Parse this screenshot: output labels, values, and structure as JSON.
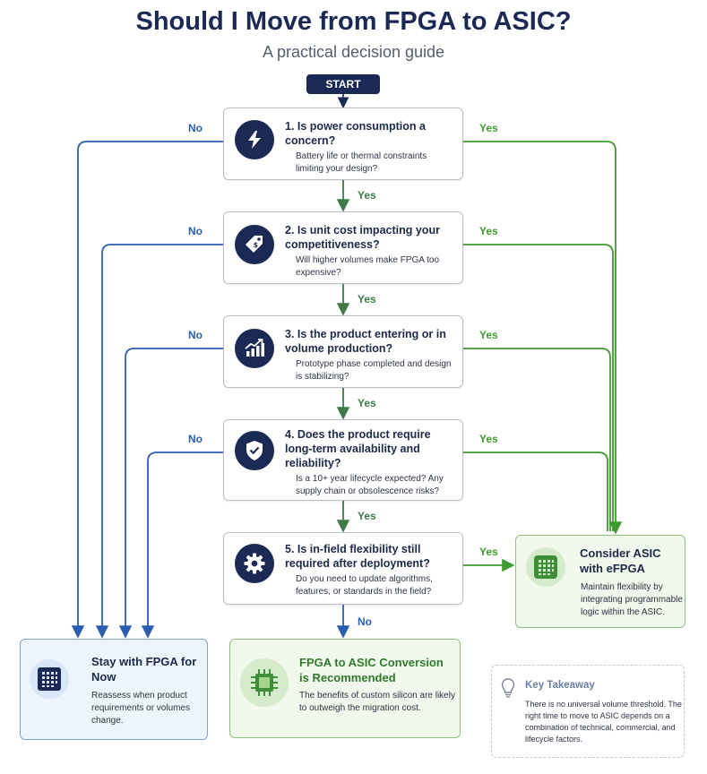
{
  "header": {
    "title": "Should I Move from FPGA to ASIC?",
    "subtitle": "A practical decision guide"
  },
  "start_label": "START",
  "questions": [
    {
      "icon": "lightning-bolt-icon",
      "title": "1. Is power consumption a concern?",
      "subtitle": "Battery life or thermal constraints limiting your design?"
    },
    {
      "icon": "price-tag-icon",
      "title": "2. Is unit cost impacting your competitiveness?",
      "subtitle": "Will higher volumes make FPGA too expensive?"
    },
    {
      "icon": "bar-chart-growth-icon",
      "title": "3. Is the product entering or in volume production?",
      "subtitle": "Prototype phase completed and design is stabilizing?"
    },
    {
      "icon": "shield-check-icon",
      "title": "4. Does the product require long-term availability and reliability?",
      "subtitle": "Is a 10+ year lifecycle expected? Any supply chain or obsolescence risks?"
    },
    {
      "icon": "gear-icon",
      "title": "5. Is in-field flexibility still required after deployment?",
      "subtitle": "Do you need to update algorithms, features, or standards in the field?"
    }
  ],
  "edge_labels": {
    "yes": "Yes",
    "no": "No"
  },
  "outcomes": {
    "stay": {
      "title": "Stay with FPGA for Now",
      "body": "Reassess when product requirements or volumes change.",
      "icon": "fpga-grid-icon"
    },
    "recommend": {
      "title": "FPGA to ASIC Conversion is Recommended",
      "body": "The benefits of custom silicon are likely to outweigh the migration cost.",
      "icon": "chip-icon"
    },
    "consider": {
      "title": "Consider ASIC with eFPGA",
      "body": "Maintain flexibility by integrating programmable logic within the ASIC.",
      "icon": "efpga-grid-icon"
    }
  },
  "takeaway": {
    "title": "Key Takeaway",
    "body": "There is no universal volume threshold. The right time to move to ASIC depends on a combination of technical, commercial, and lifecycle factors.",
    "icon": "lightbulb-icon"
  },
  "colors": {
    "navy": "#1b2a55",
    "no_blue": "#2a5fb0",
    "yes_green": "#3f9a30",
    "down_green": "#3f7a48"
  }
}
